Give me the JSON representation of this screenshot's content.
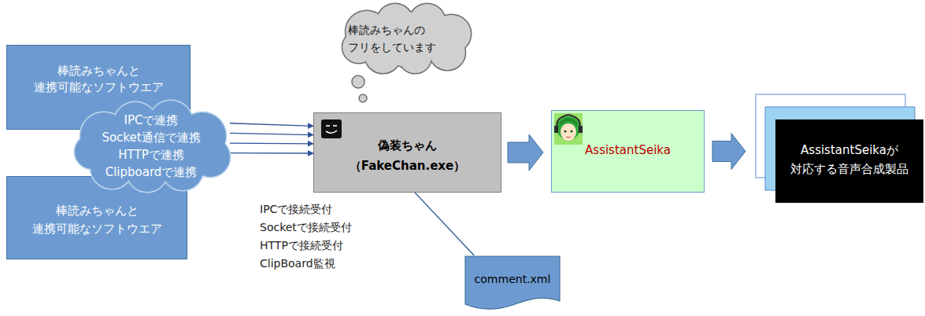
{
  "diagram": {
    "nodes": [
      {
        "text": [
          "棒読みちゃんと 連携可能なソフトウエア"
        ]
      },
      {
        "text": [
          "棒読みちゃんと 連携可能なソフトウエア"
        ]
      },
      {
        "text": [
          "IPCで連携",
          "Socket通信で連携",
          "HTTPで連携",
          "Clipboardで連携"
        ]
      },
      {
        "text": [
          "棒読みちゃんの フリをしています"
        ]
      },
      {
        "text": [
          "偽装ちゃん",
          "（FakeChan.exe）"
        ]
      },
      {
        "text": [
          "comment.xml"
        ]
      },
      {
        "text": [
          "AssistantSeika"
        ]
      },
      {
        "text": [
          "AssistantSeikaが 対応する音声合成製品"
        ]
      }
    ],
    "edges": [
      {
        "from": 2,
        "to": 4,
        "arrow": "to"
      },
      {
        "from": 2,
        "to": 4,
        "arrow": "to"
      },
      {
        "from": 2,
        "to": 4,
        "arrow": "to"
      },
      {
        "from": 2,
        "to": 4,
        "arrow": "to"
      },
      {
        "from": 4,
        "to": 6,
        "arrow": "to"
      },
      {
        "from": 6,
        "to": 7,
        "arrow": "to"
      },
      {
        "from": 4,
        "to": 5,
        "arrow": "none"
      }
    ],
    "labels": [
      "IPCで接続受付",
      "Socketで接続受付",
      "HTTPで接続受付",
      "ClipBoard監視"
    ]
  }
}
